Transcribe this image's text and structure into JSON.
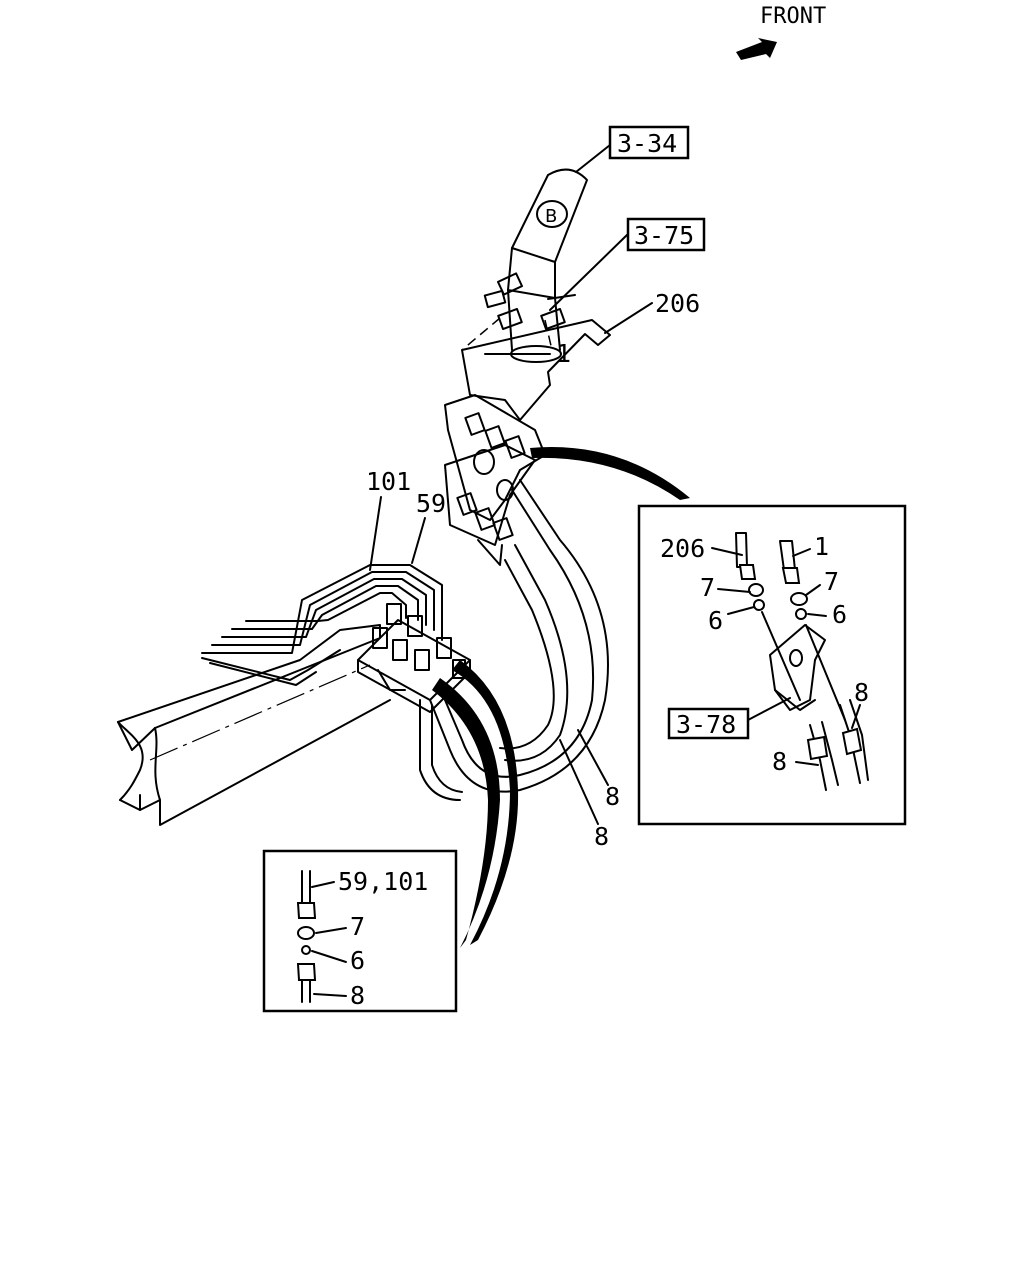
{
  "orientation": {
    "label": "FRONT"
  },
  "boxed_refs": {
    "ref_3_34": "3-34",
    "ref_3_75": "3-75",
    "ref_3_78": "3-78"
  },
  "callouts": {
    "main_206": "206",
    "main_1": "1",
    "main_101": "101",
    "main_59": "59",
    "main_8_a": "8",
    "main_8_b": "8"
  },
  "detail_right": {
    "c206": "206",
    "c1": "1",
    "c7_left": "7",
    "c7_right": "7",
    "c6_left": "6",
    "c6_right": "6",
    "c8_right": "8",
    "c8_bottom": "8"
  },
  "detail_left": {
    "c59_101": "59,101",
    "c7": "7",
    "c6": "6",
    "c8": "8"
  }
}
